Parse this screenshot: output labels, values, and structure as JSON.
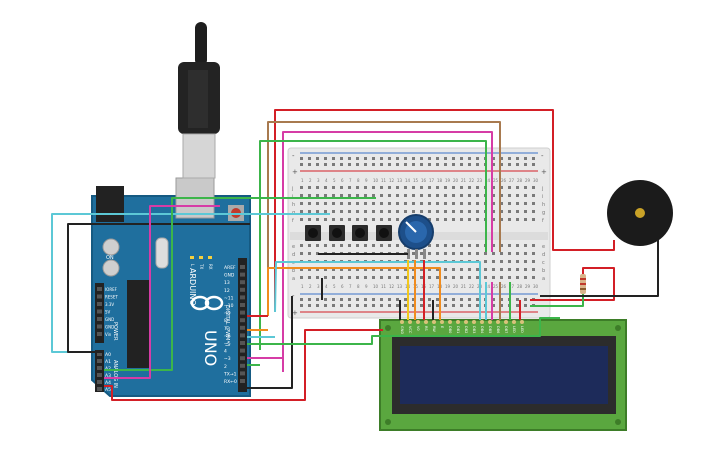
{
  "canvas": {
    "background": "#ffffff"
  },
  "colors": {
    "board": "#1f6f9e",
    "board_dark": "#155a82",
    "breadboard": "#e9e9e9",
    "lcd_pcb": "#5aa73f",
    "lcd_screen": "#1d2b5a",
    "wire_red": "#d31f26",
    "wire_green": "#3cb54a",
    "wire_magenta": "#d63ca6",
    "wire_brown": "#a87a4f",
    "wire_cyan": "#5cc8d6",
    "wire_black": "#222222",
    "wire_orange": "#f08c1e",
    "wire_yellow": "#f2c81b"
  },
  "arduino": {
    "model": "UNO",
    "brand": "ARDUINO",
    "power_labels": [
      "IOREF",
      "RESET",
      "3.3V",
      "5V",
      "GND",
      "GND",
      "Vin"
    ],
    "power_header": "POWER",
    "analog_header": "ANALOG IN",
    "analog_labels": [
      "A0",
      "A1",
      "A2",
      "A3",
      "A4",
      "A5"
    ],
    "digital_header": "DIGITAL (PWM~)",
    "digital_labels": [
      "AREF",
      "GND",
      "13",
      "12",
      "~11",
      "~10",
      "~9",
      "8",
      "7",
      "~6",
      "~5",
      "4",
      "~3",
      "2",
      "TX→1",
      "RX←0"
    ],
    "led_labels": [
      "L",
      "TX",
      "RX"
    ],
    "on_label": "ON",
    "icons": [
      "usb-plug-icon",
      "arduino-infinity-logo-icon"
    ]
  },
  "breadboard": {
    "column_numbers": [
      "1",
      "2",
      "3",
      "4",
      "5",
      "6",
      "7",
      "8",
      "9",
      "10",
      "11",
      "12",
      "13",
      "14",
      "15",
      "16",
      "17",
      "18",
      "19",
      "20",
      "21",
      "22",
      "23",
      "24",
      "25",
      "26",
      "27",
      "28",
      "29",
      "30"
    ],
    "row_letters_top": [
      "j",
      "i",
      "h",
      "g",
      "f"
    ],
    "row_letters_bottom": [
      "e",
      "d",
      "c",
      "b",
      "a"
    ],
    "rail_plus": "+",
    "rail_minus": "-"
  },
  "components": {
    "buttons": [
      "button-1",
      "button-2",
      "button-3",
      "button-4"
    ],
    "potentiometer": "potentiometer-icon",
    "buzzer": "piezo-buzzer-icon",
    "resistor": "resistor-icon"
  },
  "lcd": {
    "pin_labels": [
      "GND",
      "VCC",
      "V0",
      "RS",
      "RW",
      "E",
      "DB0",
      "DB1",
      "DB2",
      "DB3",
      "DB4",
      "DB5",
      "DB6",
      "DB7",
      "LED",
      "LED"
    ]
  }
}
